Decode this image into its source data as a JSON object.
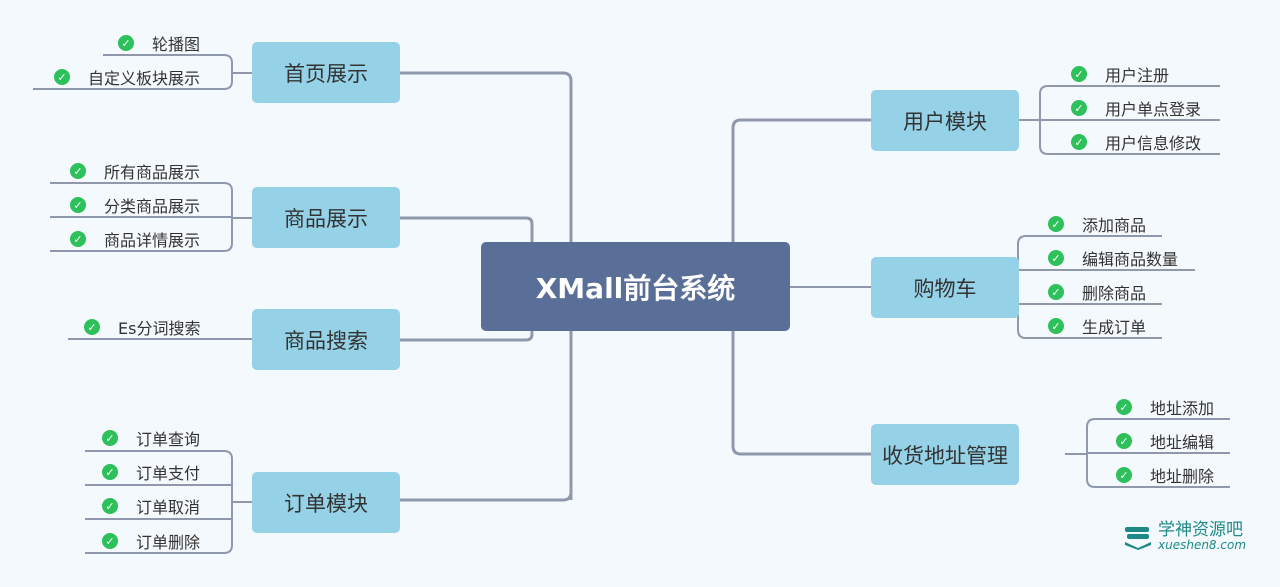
{
  "center": "XMall前台系统",
  "left": [
    {
      "label": "首页展示",
      "items": [
        "轮播图",
        "自定义板块展示"
      ]
    },
    {
      "label": "商品展示",
      "items": [
        "所有商品展示",
        "分类商品展示",
        "商品详情展示"
      ]
    },
    {
      "label": "商品搜索",
      "items": [
        "Es分词搜索"
      ]
    },
    {
      "label": "订单模块",
      "items": [
        "订单查询",
        "订单支付",
        "订单取消",
        "订单删除"
      ]
    }
  ],
  "right": [
    {
      "label": "用户模块",
      "items": [
        "用户注册",
        "用户单点登录",
        "用户信息修改"
      ]
    },
    {
      "label": "购物车",
      "items": [
        "添加商品",
        "编辑商品数量",
        "删除商品",
        "生成订单"
      ]
    },
    {
      "label": "收货地址管理",
      "items": [
        "地址添加",
        "地址编辑",
        "地址删除"
      ]
    }
  ],
  "watermark": {
    "title": "学神资源吧",
    "url": "xueshen8.com"
  },
  "icons": {
    "leaf": "check-circle-icon"
  },
  "colors": {
    "center": "#5a6f98",
    "node": "#96d2e7",
    "check": "#2ec05a",
    "line": "#8f98ad"
  }
}
